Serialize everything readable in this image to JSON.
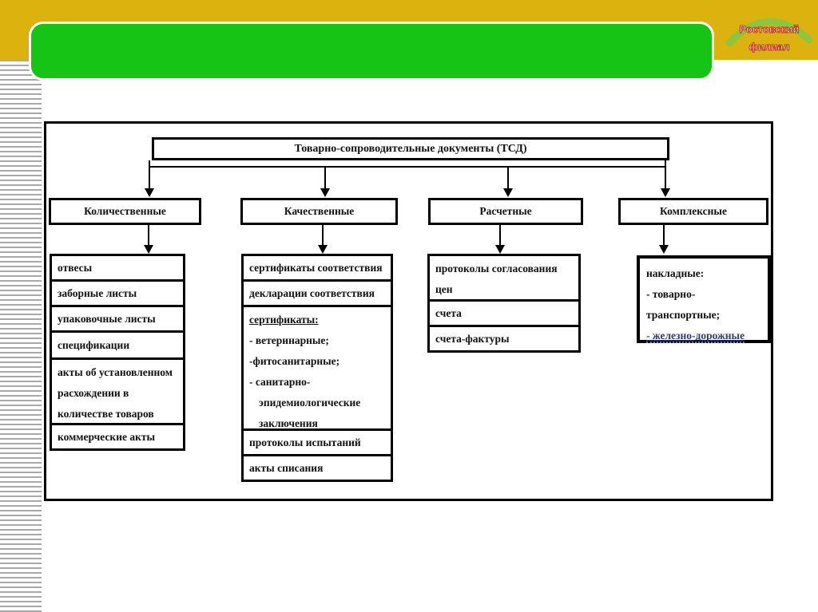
{
  "brand": {
    "name_line1": "Ростовский",
    "name_line2": "филиал"
  },
  "colors": {
    "banner_gold": "#DCB20E",
    "title_bar_green": "#15C415",
    "brand_arc_lime": "#8CC63E",
    "brand_text_fill": "#FFFFFF",
    "brand_text_outline": "#C53022",
    "diagram_ink": "#000000"
  },
  "diagram": {
    "root_label": "Товарно-сопроводительные документы (ТСД)",
    "branches": [
      {
        "label": "Количественные",
        "items": [
          "отвесы",
          "заборные листы",
          "упаковочные листы",
          "спецификации",
          "акты об установленном расхождении в количестве товаров",
          "коммерческие акты"
        ]
      },
      {
        "label": "Качественные",
        "items": [
          "сертификаты соответствия",
          "декларации соответствия",
          "протоколы испытаний",
          "акты списания"
        ],
        "cert_group": {
          "heading": "сертификаты:",
          "lines": [
            "- ветеринарные;",
            "-фитосанитарные;",
            "- санитарно-",
            "эпидемиологические",
            "заключения"
          ]
        }
      },
      {
        "label": "Расчетные",
        "items": [
          "протоколы согласования цен",
          "счета",
          "счета-фактуры"
        ]
      },
      {
        "label": "Комплексные",
        "invoice_group": {
          "heading": "накладные:",
          "lines": [
            "- товарно-",
            "транспортные;",
            "- железно-дорожные"
          ]
        }
      }
    ]
  }
}
